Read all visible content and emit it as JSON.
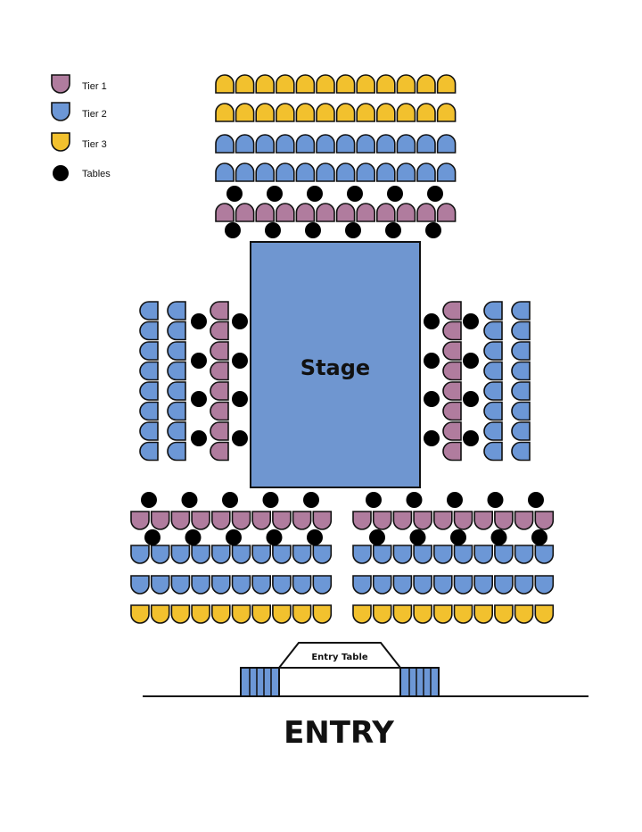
{
  "legend": {
    "tier1": {
      "label": "Tier 1",
      "color": "#b07c9e"
    },
    "tier2": {
      "label": "Tier 2",
      "color": "#6c97d6"
    },
    "tier3": {
      "label": "Tier 3",
      "color": "#f2c12e"
    },
    "tables": {
      "label": "Tables",
      "color": "#000000"
    }
  },
  "stage": {
    "label": "Stage",
    "color": "#6f96d0"
  },
  "entry_table": {
    "label": "Entry Table"
  },
  "entry": {
    "label": "ENTRY"
  },
  "seating": {
    "back_rows": [
      {
        "tier": "tier3",
        "seats": 12
      },
      {
        "tier": "tier3",
        "seats": 12
      },
      {
        "tier": "tier2",
        "seats": 12
      },
      {
        "tier": "tier2",
        "seats": 12
      },
      {
        "tier": "tier1",
        "seats": 12
      }
    ],
    "back_tables_per_row": 6,
    "side_columns_rows": 8,
    "side_tables_per_column": 4,
    "front_sections": [
      {
        "rows": [
          {
            "tier": "tier1",
            "seats": 10
          },
          {
            "tier": "tier2",
            "seats": 10
          },
          {
            "tier": "tier2",
            "seats": 10
          },
          {
            "tier": "tier3",
            "seats": 10
          }
        ],
        "tables_per_row": 5
      },
      {
        "rows": [
          {
            "tier": "tier1",
            "seats": 10
          },
          {
            "tier": "tier2",
            "seats": 10
          },
          {
            "tier": "tier2",
            "seats": 10
          },
          {
            "tier": "tier3",
            "seats": 10
          }
        ],
        "tables_per_row": 5
      }
    ]
  }
}
